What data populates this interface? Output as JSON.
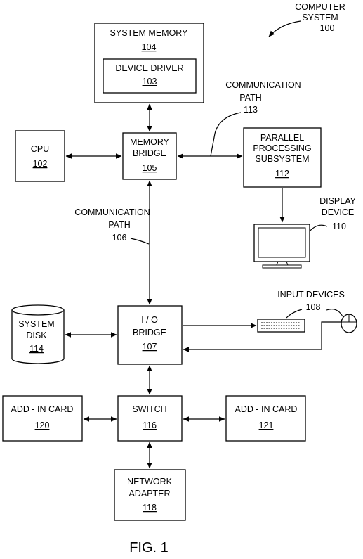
{
  "system": {
    "name_line1": "COMPUTER",
    "name_line2": "SYSTEM",
    "ref": "100"
  },
  "blocks": {
    "system_memory": {
      "label": "SYSTEM MEMORY",
      "ref": "104"
    },
    "device_driver": {
      "label": "DEVICE DRIVER",
      "ref": "103"
    },
    "cpu": {
      "label": "CPU",
      "ref": "102"
    },
    "memory_bridge": {
      "line1": "MEMORY",
      "line2": "BRIDGE",
      "ref": "105"
    },
    "parallel_processing": {
      "line1": "PARALLEL",
      "line2": "PROCESSING",
      "line3": "SUBSYSTEM",
      "ref": "112"
    },
    "display_device": {
      "line1": "DISPLAY",
      "line2": "DEVICE",
      "ref": "110"
    },
    "system_disk": {
      "line1": "SYSTEM",
      "line2": "DISK",
      "ref": "114"
    },
    "io_bridge": {
      "line1": "I / O",
      "line2": "BRIDGE",
      "ref": "107"
    },
    "input_devices": {
      "label": "INPUT DEVICES",
      "ref": "108"
    },
    "add_in_card_left": {
      "label": "ADD - IN CARD",
      "ref": "120"
    },
    "switch": {
      "label": "SWITCH",
      "ref": "116"
    },
    "add_in_card_right": {
      "label": "ADD - IN CARD",
      "ref": "121"
    },
    "network_adapter": {
      "line1": "NETWORK",
      "line2": "ADAPTER",
      "ref": "118"
    }
  },
  "paths": {
    "comm_path_113": {
      "line1": "COMMUNICATION",
      "line2": "PATH",
      "ref": "113"
    },
    "comm_path_106": {
      "line1": "COMMUNICATION",
      "line2": "PATH",
      "ref": "106"
    }
  },
  "figure_caption": "FIG. 1"
}
